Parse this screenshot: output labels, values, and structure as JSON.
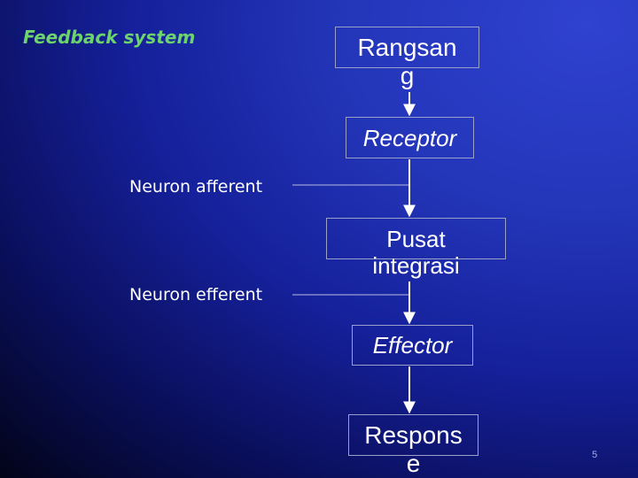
{
  "title": "Feedback system",
  "nodes": {
    "rangsang": "Rangsan\ng",
    "receptor": "Receptor",
    "pusat": "Pusat\nintegrasi",
    "effector": "Effector",
    "respons": "Respons\ne"
  },
  "labels": {
    "afferent": "Neuron afferent",
    "efferent": "Neuron efferent"
  },
  "page_number": "5",
  "colors": {
    "title": "#6dd36d",
    "text": "#ffffff",
    "arrow": "#ffffff",
    "box_border": "#9aa0c8",
    "connector": "#b8bce0"
  }
}
